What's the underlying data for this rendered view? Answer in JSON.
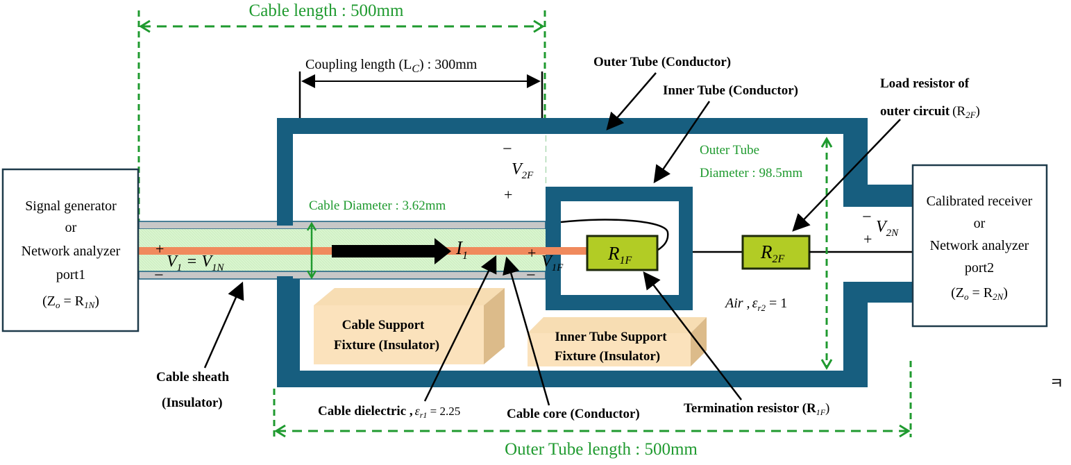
{
  "labels": {
    "cable_length": "Cable length : 500mm",
    "coupling_length": "Coupling length (L",
    "coupling_sub": "C",
    "coupling_value": ") : 300mm",
    "outer_tube": "Outer Tube (Conductor)",
    "inner_tube": "Inner Tube (Conductor)",
    "load_resistor_line1": "Load resistor of",
    "load_resistor_line2": "outer circuit",
    "load_resistor_sym": "(R",
    "load_resistor_sub": "2F",
    "load_resistor_close": ")",
    "outer_diam_line1": "Outer Tube",
    "outer_diam_line2": "Diameter : 98.5mm",
    "cable_diameter": "Cable Diameter : 3.62mm",
    "signal_gen": [
      "Signal generator",
      "or",
      "Network analyzer",
      "port1"
    ],
    "signal_gen_z": "(Z",
    "signal_gen_z_sub": "o",
    "signal_gen_z_eq": " = R",
    "signal_gen_z_sub2": "1N",
    "signal_gen_z_close": ")",
    "receiver": [
      "Calibrated receiver",
      "or",
      "Network analyzer",
      "port2"
    ],
    "receiver_z": "(Z",
    "receiver_z_sub": "o",
    "receiver_z_eq": " = R",
    "receiver_z_sub2": "2N",
    "receiver_z_close": ")",
    "cable_support_line1": "Cable Support",
    "cable_support_line2": "Fixture (Insulator)",
    "inner_support_line1": "Inner Tube Support",
    "inner_support_line2": "Fixture (Insulator)",
    "cable_sheath_line1": "Cable sheath",
    "cable_sheath_line2": "(Insulator)",
    "cable_dielectric": "Cable dielectric ,",
    "cable_dielectric_eps": "ε",
    "cable_dielectric_sub": "r1",
    "cable_dielectric_val": " = 2.25",
    "cable_core": "Cable core (Conductor)",
    "termination": "Termination resistor (R",
    "termination_sub": "1F",
    "termination_close": ")",
    "air": "Air ,",
    "air_eps": "ε",
    "air_sub": "r2",
    "air_val": " = 1",
    "outer_tube_length": "Outer Tube length : 500mm",
    "side_mark": "ㅋ"
  },
  "symbols": {
    "r1f_main": "R",
    "r1f_sub": "1F",
    "r2f_main": "R",
    "r2f_sub": "2F",
    "i1_main": "I",
    "i1_sub": "1",
    "v1_main": "V",
    "v1_sub": "1",
    "v1_eq": " = V",
    "v1_sub2": "1N",
    "v1f_main": "V",
    "v1f_sub": "1F",
    "v2f_main": "V",
    "v2f_sub": "2F",
    "v2n_main": "V",
    "v2n_sub": "2N",
    "plus": "+",
    "minus": "−"
  },
  "colors": {
    "tube": "#175e7f",
    "core": "#f08a5d",
    "dielectric": "#d9f5cf",
    "sheath": "#c7c7c7",
    "resistor": "#b2cc25",
    "fixture": "#fbe2bc",
    "fixture_side": "#dcbb8a",
    "dimension": "#1f9a2f"
  }
}
